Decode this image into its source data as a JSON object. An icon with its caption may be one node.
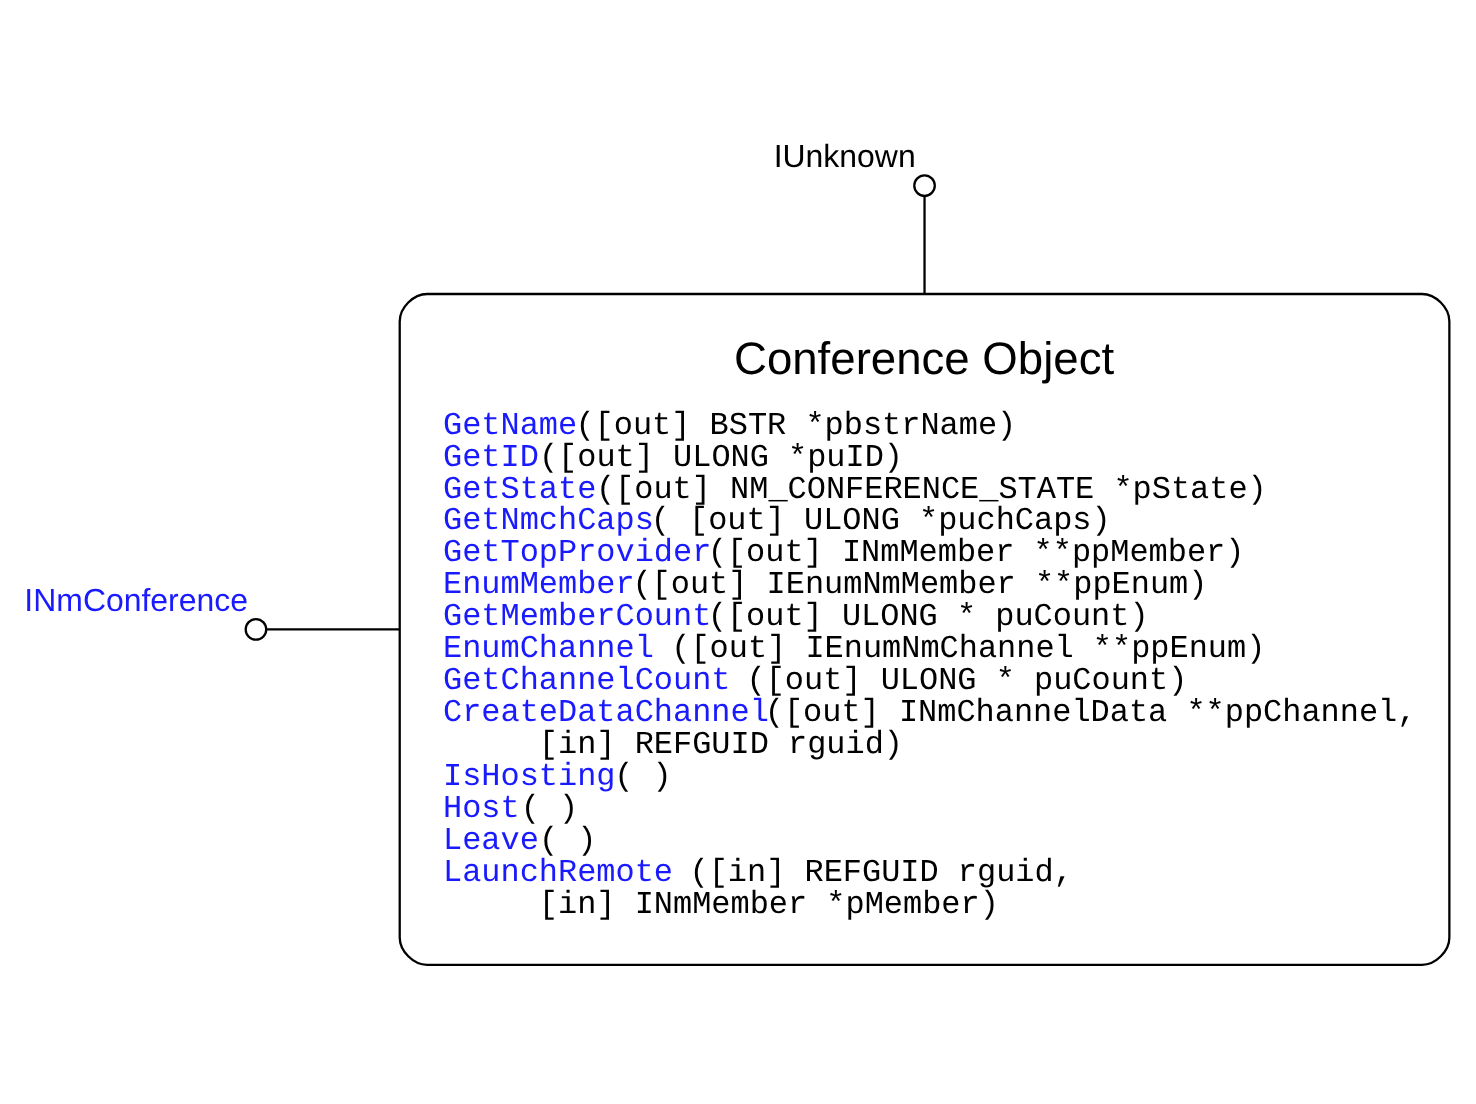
{
  "diagram": {
    "nodes": [
      {
        "text": [],
        "shape": "circle",
        "beside": [
          "IUnknown"
        ]
      },
      {
        "text": [],
        "shape": "circle",
        "beside": [
          "INmConference"
        ]
      },
      {
        "text": [
          "Conference Object",
          "GetName([out] BSTR *pbstrName)",
          "GetID([out] ULONG *puID)",
          "GetState([out] NM_CONFERENCE_STATE *pState)",
          "GetNmchCaps( [out] ULONG *puchCaps)",
          "GetTopProvider([out] INmMember **ppMember)",
          "EnumMember([out] IEnumNmMember **ppEnum)",
          "GetMemberCount([out] ULONG * puCount)",
          "EnumChannel ([out] IEnumNmChannel **ppEnum)",
          "GetChannelCount ([out] ULONG * puCount)",
          "CreateDataChannel([out] INmChannelData **ppChannel, [in] REFGUID rguid)",
          "IsHosting( )",
          "Host( )",
          "Leave( )",
          "LaunchRemote ([in] REFGUID rguid, [in] INmMember *pMember)"
        ]
      }
    ],
    "edges": [
      {
        "from": 0,
        "to": 2,
        "arrow": "none"
      },
      {
        "from": 1,
        "to": 2,
        "arrow": "none"
      }
    ]
  }
}
